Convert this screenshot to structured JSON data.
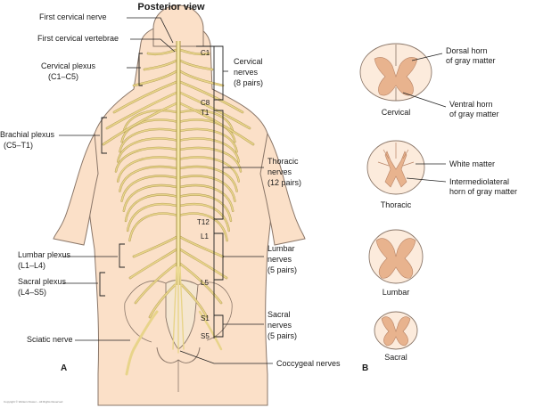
{
  "title": "Posterior view",
  "panel_labels": {
    "a": "A",
    "b": "B"
  },
  "left_labels": {
    "first_cervical_nerve": "First cervical nerve",
    "first_cervical_vertebrae": "First cervical vertebrae",
    "cervical_plexus_1": "Cervical plexus",
    "cervical_plexus_2": "(C1–C5)",
    "brachial_plexus_1": "Brachial plexus",
    "brachial_plexus_2": "(C5–T1)",
    "lumbar_plexus_1": "Lumbar plexus",
    "lumbar_plexus_2": "(L1–L4)",
    "sacral_plexus_1": "Sacral plexus",
    "sacral_plexus_2": "(L4–S5)",
    "sciatic_nerve": "Sciatic nerve"
  },
  "segments": {
    "c1": "C1",
    "c8": "C8",
    "t1": "T1",
    "t12": "T12",
    "l1": "L1",
    "l5": "L5",
    "s1": "S1",
    "s5": "S5"
  },
  "right_labels": {
    "cervical_1": "Cervical",
    "cervical_2": "nerves",
    "cervical_3": "(8 pairs)",
    "thoracic_1": "Thoracic",
    "thoracic_2": "nerves",
    "thoracic_3": "(12 pairs)",
    "lumbar_1": "Lumbar",
    "lumbar_2": "nerves",
    "lumbar_3": "(5 pairs)",
    "sacral_1": "Sacral",
    "sacral_2": "nerves",
    "sacral_3": "(5 pairs)",
    "coccygeal": "Coccygeal nerves"
  },
  "cross_sections": {
    "cervical": "Cervical",
    "thoracic": "Thoracic",
    "lumbar": "Lumbar",
    "sacral": "Sacral",
    "dorsal_horn_1": "Dorsal horn",
    "dorsal_horn_2": "of gray matter",
    "ventral_horn_1": "Ventral horn",
    "ventral_horn_2": "of gray matter",
    "white_matter": "White matter",
    "intermediolateral_1": "Intermediolateral",
    "intermediolateral_2": "horn of gray matter"
  },
  "copyright": "Copyright © Wolters Kluwer – All Rights Reserved",
  "colors": {
    "skin": "#fbe0c8",
    "nerve": "#e8d48a",
    "gray_matter": "#e8b38e",
    "outline": "#8a7668"
  }
}
